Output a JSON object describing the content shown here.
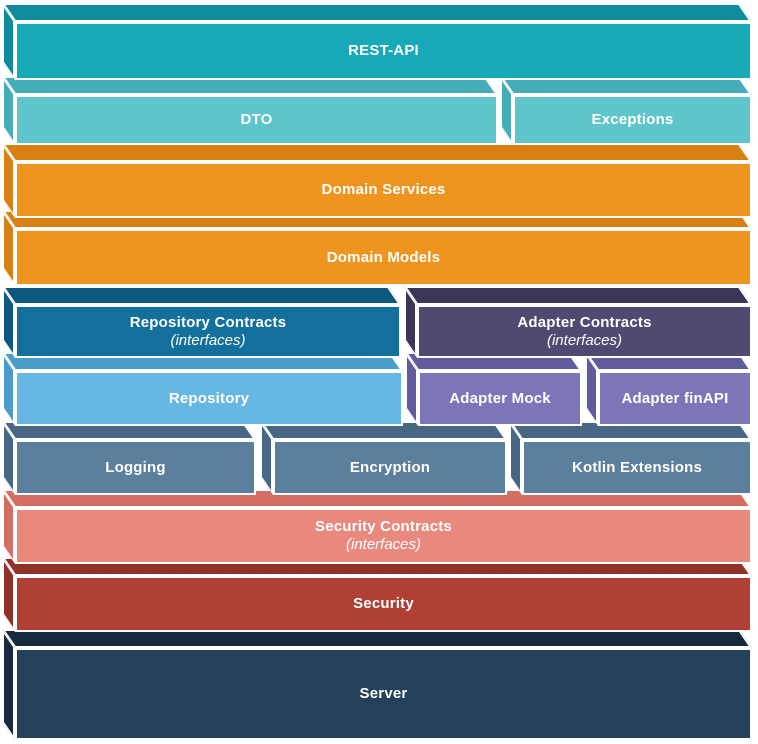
{
  "diagram": {
    "type": "layered-architecture",
    "background": "#ffffff",
    "outline_color": "#ffffff",
    "text_color": "#ffffff"
  },
  "boxes": {
    "rest_api": {
      "label": "REST-API",
      "face": "#17A9B7",
      "side": "#0F8C9B"
    },
    "dto": {
      "label": "DTO",
      "face": "#5FC5CD",
      "side": "#44ADB7"
    },
    "exceptions": {
      "label": "Exceptions",
      "face": "#5FC5CD",
      "side": "#44ADB7"
    },
    "domain_services": {
      "label": "Domain Services",
      "face": "#EF941F",
      "side": "#D88013"
    },
    "domain_models": {
      "label": "Domain Models",
      "face": "#EF941F",
      "side": "#D88013"
    },
    "repository_contracts": {
      "label": "Repository Contracts",
      "sublabel": "(interfaces)",
      "face": "#136F9B",
      "side": "#0C587F"
    },
    "adapter_contracts": {
      "label": "Adapter Contracts",
      "sublabel": "(interfaces)",
      "face": "#4E4A72",
      "side": "#3A3658"
    },
    "repository": {
      "label": "Repository",
      "face": "#66B7E1",
      "side": "#4A9DCB"
    },
    "adapter_mock": {
      "label": "Adapter Mock",
      "face": "#7B76B8",
      "side": "#605B9C"
    },
    "adapter_finapi": {
      "label": "Adapter finAPI",
      "face": "#7B76B8",
      "side": "#605B9C"
    },
    "logging": {
      "label": "Logging",
      "face": "#5C7F9D",
      "side": "#476785"
    },
    "encryption": {
      "label": "Encryption",
      "face": "#5C7F9D",
      "side": "#476785"
    },
    "kotlin_extensions": {
      "label": "Kotlin Extensions",
      "face": "#5C7F9D",
      "side": "#476785"
    },
    "security_contracts": {
      "label": "Security Contracts",
      "sublabel": "(interfaces)",
      "face": "#E9897E",
      "side": "#D26F62"
    },
    "security": {
      "label": "Security",
      "face": "#B04034",
      "side": "#8F3128"
    },
    "server": {
      "label": "Server",
      "face": "#24405A",
      "side": "#16293D"
    }
  }
}
